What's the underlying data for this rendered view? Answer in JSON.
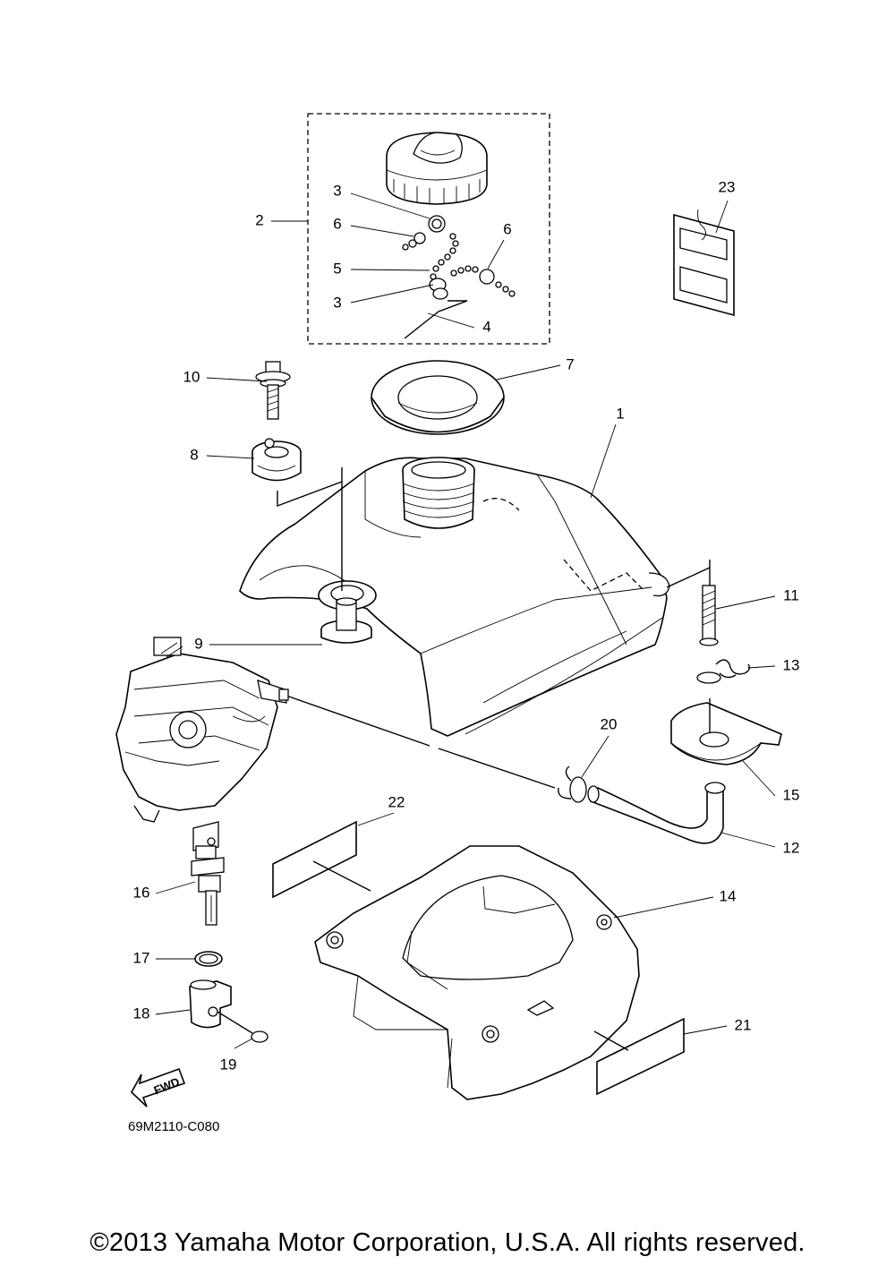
{
  "diagram": {
    "callouts": [
      {
        "label": "1"
      },
      {
        "label": "2"
      },
      {
        "label": "3"
      },
      {
        "label": "3"
      },
      {
        "label": "4"
      },
      {
        "label": "5"
      },
      {
        "label": "6"
      },
      {
        "label": "6"
      },
      {
        "label": "7"
      },
      {
        "label": "8"
      },
      {
        "label": "9"
      },
      {
        "label": "10"
      },
      {
        "label": "11"
      },
      {
        "label": "12"
      },
      {
        "label": "13"
      },
      {
        "label": "14"
      },
      {
        "label": "15"
      },
      {
        "label": "16"
      },
      {
        "label": "17"
      },
      {
        "label": "18"
      },
      {
        "label": "19"
      },
      {
        "label": "20"
      },
      {
        "label": "21"
      },
      {
        "label": "22"
      },
      {
        "label": "23"
      }
    ],
    "fwd_label": "FWD",
    "drawing_code": "69M2110-C080"
  },
  "footer": {
    "copyright": "©2013 Yamaha Motor Corporation, U.S.A. All rights reserved."
  }
}
